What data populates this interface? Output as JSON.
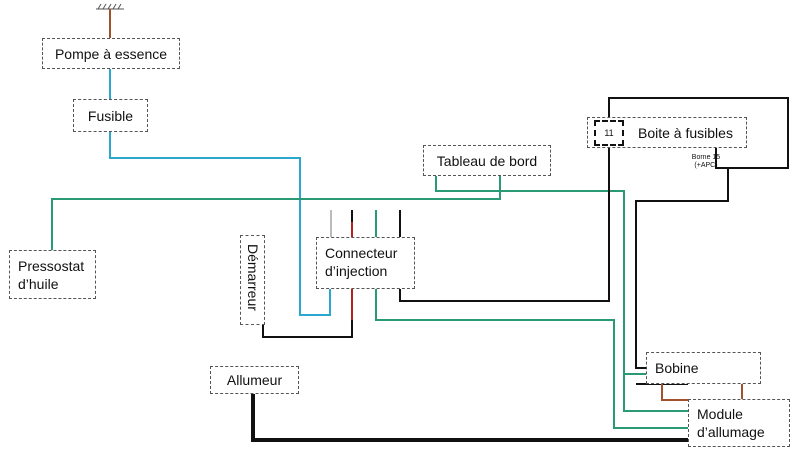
{
  "components": {
    "fuel_pump": "Pompe à essence",
    "fuse": "Fusible",
    "fuse_box": "Boite à fusibles",
    "fuse_number": "11",
    "terminal_line1": "Borne 15",
    "terminal_line2": "(+APC)",
    "dashboard": "Tableau de bord",
    "oil_switch_line1": "Pressostat",
    "oil_switch_line2": "d’huile",
    "starter": "Démarreur",
    "injection_connector_line1": "Connecteur",
    "injection_connector_line2": "d’injection",
    "distributor": "Allumeur",
    "coil": "Bobine",
    "ignition_module_line1": "Module",
    "ignition_module_line2": "d’allumage"
  },
  "colors": {
    "blue_wire": "#2aa6d0",
    "green_wire": "#2a9a74",
    "black_wire": "#111111",
    "brown_wire": "#a0522d",
    "red_wire": "#b22222",
    "ground": "#555555"
  }
}
